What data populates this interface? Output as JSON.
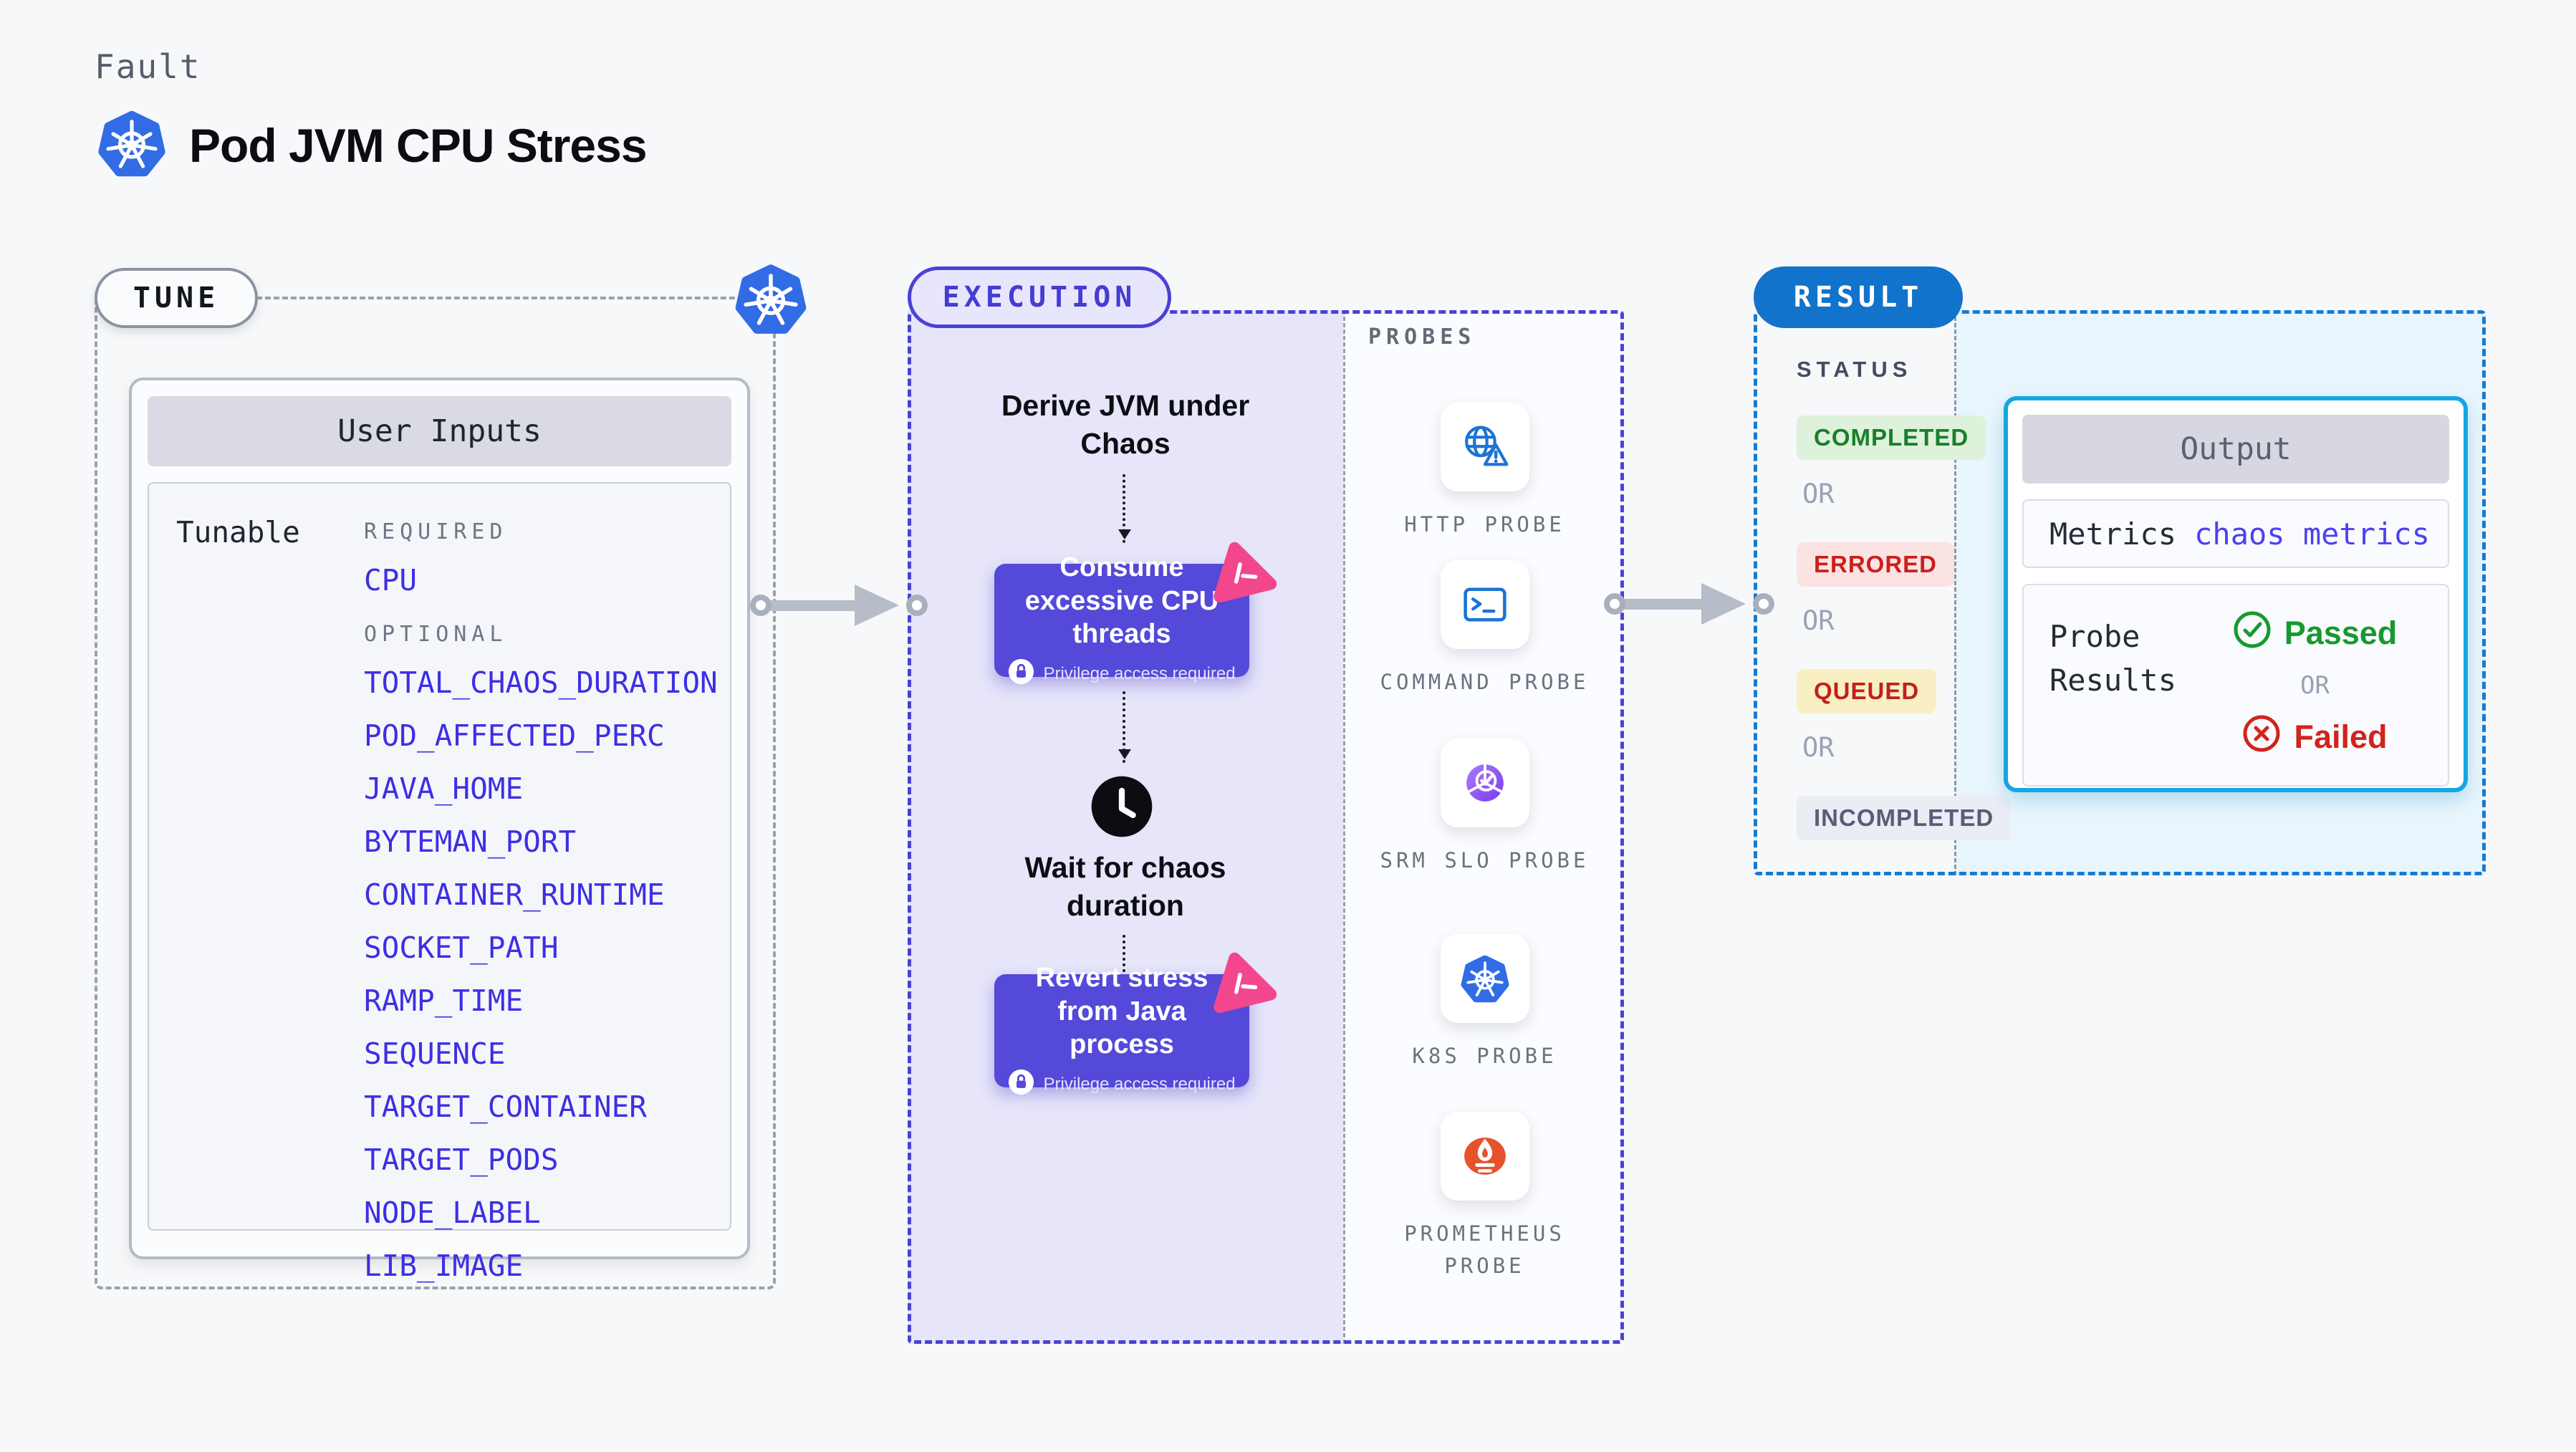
{
  "header": {
    "kicker": "Fault",
    "title": "Pod JVM CPU Stress"
  },
  "tune": {
    "badge": "TUNE",
    "panel_title": "User Inputs",
    "row_label": "Tunable",
    "required_label": "REQUIRED",
    "required_items": [
      "CPU"
    ],
    "optional_label": "OPTIONAL",
    "optional_items": [
      "TOTAL_CHAOS_DURATION",
      "POD_AFFECTED_PERC",
      "JAVA_HOME",
      "BYTEMAN_PORT",
      "CONTAINER_RUNTIME",
      "SOCKET_PATH",
      "RAMP_TIME",
      "SEQUENCE",
      "TARGET_CONTAINER",
      "TARGET_PODS",
      "NODE_LABEL",
      "LIB_IMAGE"
    ]
  },
  "execution": {
    "badge": "EXECUTION",
    "step_derive": "Derive JVM under Chaos",
    "step_consume": "Consume excessive CPU threads",
    "step_wait": "Wait for chaos duration",
    "step_revert": "Revert stress from Java process",
    "privilege_note": "Privilege access required"
  },
  "probes": {
    "title": "PROBES",
    "items": [
      {
        "label": "HTTP PROBE",
        "icon": "globe-warning-icon"
      },
      {
        "label": "COMMAND PROBE",
        "icon": "terminal-icon"
      },
      {
        "label": "SRM SLO PROBE",
        "icon": "slo-gauge-icon"
      },
      {
        "label": "K8S PROBE",
        "icon": "kubernetes-icon"
      },
      {
        "label": "PROMETHEUS PROBE",
        "icon": "prometheus-flame-icon"
      }
    ]
  },
  "result": {
    "badge": "RESULT",
    "status_label": "STATUS",
    "or_label": "OR",
    "statuses": [
      {
        "label": "COMPLETED",
        "fg": "#187f2b",
        "bg": "#def1da"
      },
      {
        "label": "ERRORED",
        "fg": "#cb201b",
        "bg": "#fbe3e3"
      },
      {
        "label": "QUEUED",
        "fg": "#c2201b",
        "bg": "#f9efc4"
      },
      {
        "label": "INCOMPLETED",
        "fg": "#565e78",
        "bg": "#eaedf4"
      }
    ],
    "output": {
      "title": "Output",
      "metrics_label": "Metrics",
      "metrics_link": "chaos metrics",
      "probe_results_label": "Probe Results",
      "passed": "Passed",
      "failed": "Failed"
    }
  },
  "colors": {
    "accent_indigo": "#4a42d4",
    "action_box": "#5449d9",
    "lavender_fill": "#e6e5fa",
    "result_blue": "#1173cb",
    "cyan_fill": "#e8f5fc",
    "cyan_border": "#16a6e1",
    "link_blue": "#3c2fe4",
    "kubernetes_blue": "#326ce5",
    "prometheus_orange": "#e6522c",
    "chaos_pink": "#f2478c",
    "passed_green": "#169a2f",
    "failed_red": "#d2231c"
  }
}
